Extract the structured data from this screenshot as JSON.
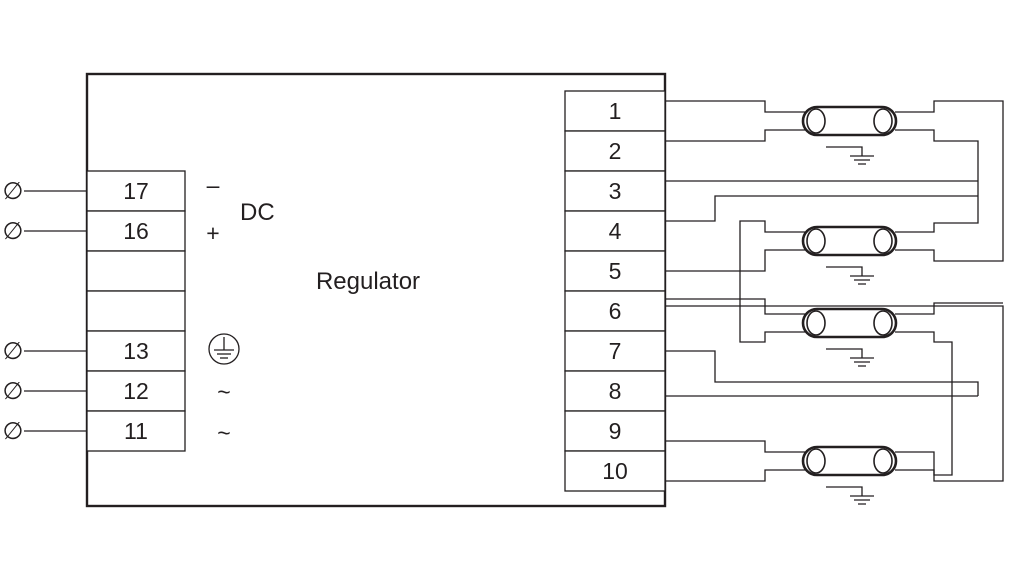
{
  "diagram": {
    "box_label": "Regulator",
    "dc_label": "DC",
    "minus_sign": "–",
    "plus_sign": "+",
    "tilde": "~",
    "terminal_symbol": "∅",
    "left_terminals": [
      {
        "number": "17",
        "polarity": "minus"
      },
      {
        "number": "16",
        "polarity": "plus"
      },
      {
        "number": "",
        "polarity": "none"
      },
      {
        "number": "",
        "polarity": "none"
      },
      {
        "number": "13",
        "polarity": "earth"
      },
      {
        "number": "12",
        "polarity": "ac"
      },
      {
        "number": "11",
        "polarity": "ac"
      }
    ],
    "right_terminals": [
      "1",
      "2",
      "3",
      "4",
      "5",
      "6",
      "7",
      "8",
      "9",
      "10"
    ],
    "lamp_count": 4,
    "colors": {
      "line": "#231f20",
      "background": "#ffffff"
    }
  }
}
